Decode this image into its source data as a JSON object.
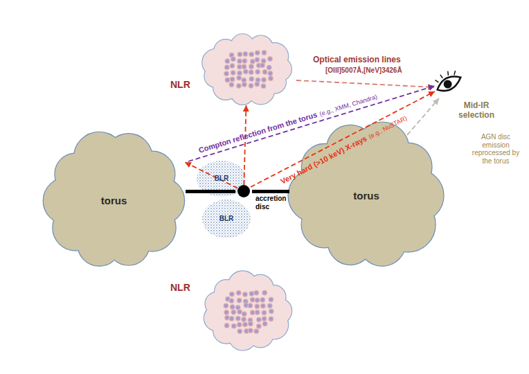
{
  "diagram": {
    "nodes": [
      {
        "text": [
          "NLR"
        ]
      },
      {
        "text": [
          "torus"
        ]
      },
      {
        "text": [
          "BLR"
        ]
      },
      {
        "text": [
          "accretion disc"
        ]
      },
      {
        "text": [
          "torus"
        ]
      },
      {
        "text": [
          "BLR"
        ]
      },
      {
        "text": [
          "NLR"
        ]
      }
    ],
    "edges": [
      {
        "from": 3,
        "to": 1,
        "arrow": "to"
      },
      {
        "from": 3,
        "to": 0,
        "arrow": "to"
      }
    ],
    "labels": [
      "Optical emission lines",
      "[OIII]5007Å,[NeV]3426Å",
      "Compton reflection from the torus",
      "(e.g., XMM, Chandra)",
      "Very hard (>10 keV) X-rays",
      "(e.g., NuSTAR)",
      "Mid-IR selection",
      "AGN disc emission reprocessed by the torus"
    ]
  }
}
